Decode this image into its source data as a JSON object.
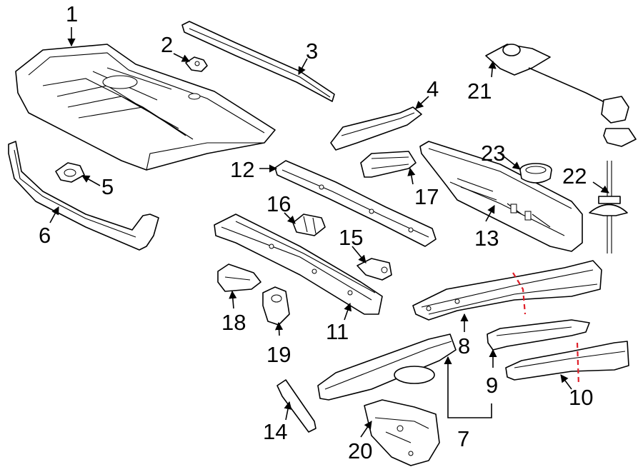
{
  "diagram": {
    "cut_line_color": "#e0202a",
    "callouts": [
      {
        "id": "1",
        "text": "1"
      },
      {
        "id": "2",
        "text": "2"
      },
      {
        "id": "3",
        "text": "3"
      },
      {
        "id": "4",
        "text": "4"
      },
      {
        "id": "5",
        "text": "5"
      },
      {
        "id": "6",
        "text": "6"
      },
      {
        "id": "7",
        "text": "7"
      },
      {
        "id": "8",
        "text": "8"
      },
      {
        "id": "9",
        "text": "9"
      },
      {
        "id": "10",
        "text": "10"
      },
      {
        "id": "11",
        "text": "11"
      },
      {
        "id": "12",
        "text": "12"
      },
      {
        "id": "13",
        "text": "13"
      },
      {
        "id": "14",
        "text": "14"
      },
      {
        "id": "15",
        "text": "15"
      },
      {
        "id": "16",
        "text": "16"
      },
      {
        "id": "17",
        "text": "17"
      },
      {
        "id": "18",
        "text": "18"
      },
      {
        "id": "19",
        "text": "19"
      },
      {
        "id": "20",
        "text": "20"
      },
      {
        "id": "21",
        "text": "21"
      },
      {
        "id": "22",
        "text": "22"
      },
      {
        "id": "23",
        "text": "23"
      }
    ]
  }
}
